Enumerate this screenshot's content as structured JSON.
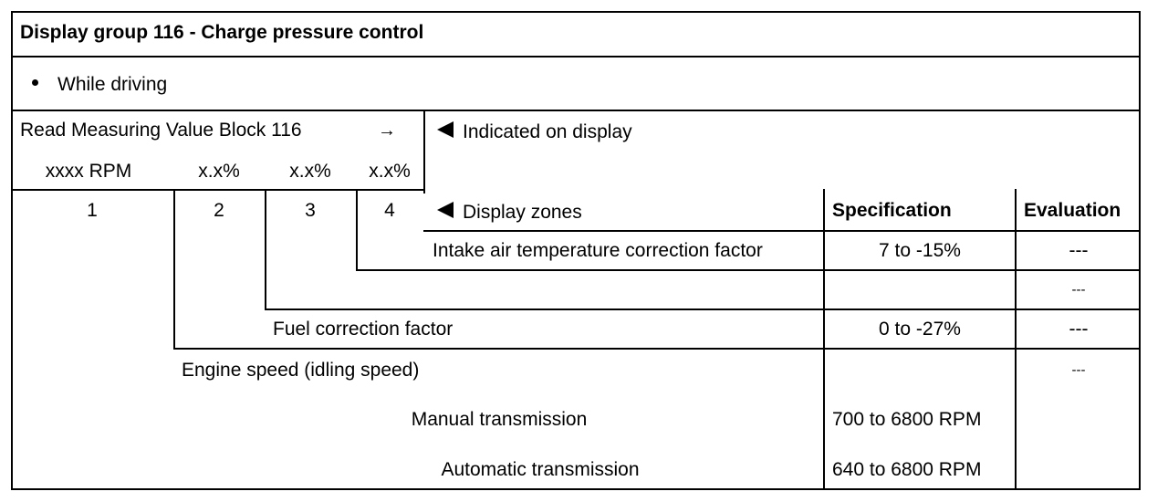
{
  "title": "Display group 116 - Charge pressure control",
  "condition": "While driving",
  "read_block": {
    "label": "Read Measuring Value Block 116",
    "arrow": "→",
    "indicated": "Indicated on display",
    "values": [
      "xxxx RPM",
      "x.x%",
      "x.x%",
      "x.x%"
    ],
    "zones": [
      "1",
      "2",
      "3",
      "4"
    ],
    "zones_label": "Display zones"
  },
  "headers": {
    "specification": "Specification",
    "evaluation": "Evaluation"
  },
  "rows": [
    {
      "label": "Intake air temperature correction factor",
      "spec": "7 to -15%",
      "eval": "---"
    },
    {
      "label": "",
      "spec": "",
      "eval": "---"
    },
    {
      "label": "Fuel correction factor",
      "spec": "0 to -27%",
      "eval": "---"
    },
    {
      "label": "Engine speed (idling speed)",
      "spec": "",
      "eval": "---"
    },
    {
      "label": "Manual transmission",
      "spec": "700 to 6800 RPM",
      "eval": ""
    },
    {
      "label": "Automatic transmission",
      "spec": "640 to 6800 RPM",
      "eval": ""
    }
  ]
}
